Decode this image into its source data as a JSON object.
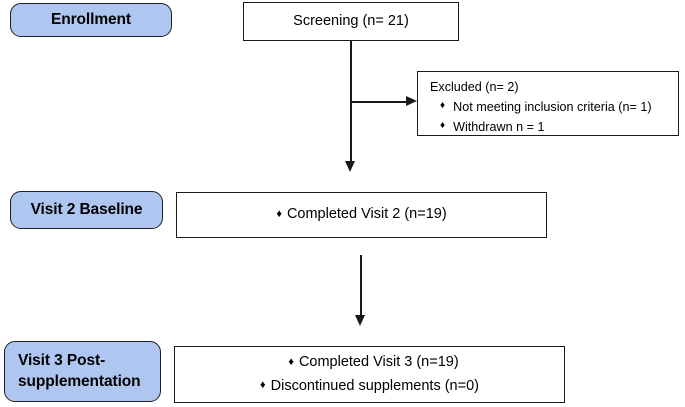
{
  "diagram": {
    "type": "flowchart",
    "title": "CONSORT-style participant flow diagram",
    "colors": {
      "stage_label_fill": "#aec6f0",
      "stage_label_border": "#1f1f1f",
      "box_border": "#1a1a1a",
      "connector": "#1a1a1a",
      "background": "#ffffff",
      "text": "#000000"
    },
    "stage_labels": [
      {
        "id": "enrollment",
        "text": "Enrollment"
      },
      {
        "id": "visit2",
        "text": "Visit 2 Baseline"
      },
      {
        "id": "visit3_line1",
        "text": "Visit 3 Post-"
      },
      {
        "id": "visit3_line2",
        "text": "supplementation"
      }
    ],
    "boxes": {
      "screening": {
        "text": "Screening (n= 21)",
        "n": 21
      },
      "excluded": {
        "title": "Excluded (n= 2)",
        "n": 2,
        "items": [
          {
            "bullet": "♦",
            "text": "Not meeting inclusion criteria (n= 1)",
            "n": 1
          },
          {
            "bullet": "♦",
            "text": "Withdrawn n = 1",
            "n": 1
          }
        ]
      },
      "visit2": {
        "bullet": "♦",
        "text": "Completed Visit 2 (n=19)",
        "n": 19
      },
      "visit3": {
        "lines": [
          {
            "bullet": "♦",
            "text": "Completed Visit 3 (n=19)",
            "n": 19
          },
          {
            "bullet": "♦",
            "text": "Discontinued supplements  (n=0)",
            "n": 0
          }
        ]
      }
    },
    "connectors": [
      {
        "id": "screening-to-visit2",
        "kind": "vertical-arrow",
        "from": "screening",
        "to": "visit2"
      },
      {
        "id": "screening-to-excluded",
        "kind": "horizontal-arrow",
        "from": "screening",
        "to": "excluded"
      },
      {
        "id": "visit2-to-visit3",
        "kind": "vertical-arrow",
        "from": "visit2",
        "to": "visit3"
      }
    ]
  }
}
